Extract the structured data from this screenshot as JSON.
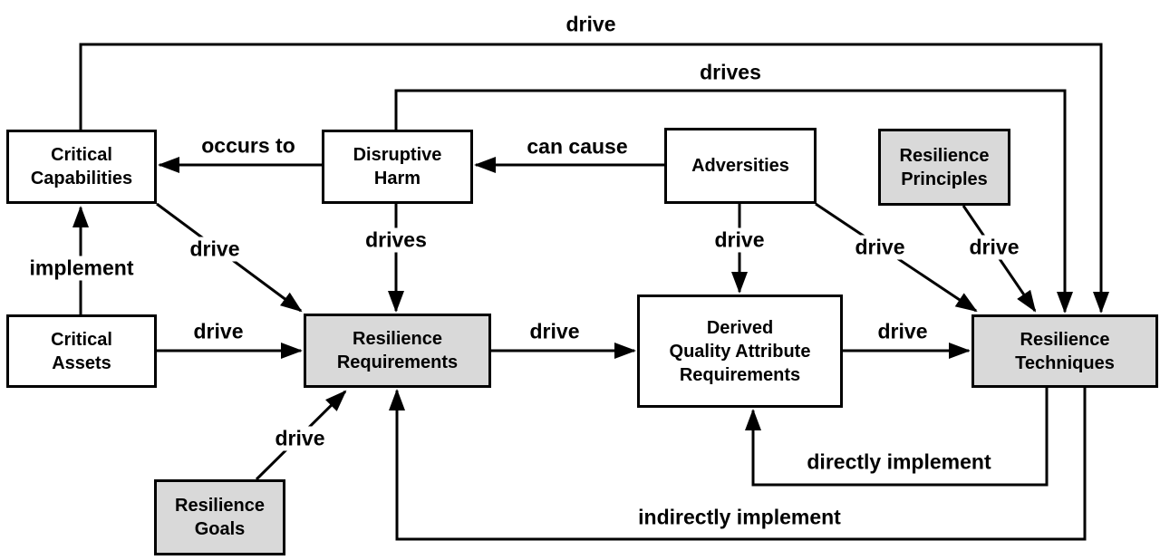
{
  "diagram": {
    "description": "Concept map of resilience requirements relationships",
    "colors": {
      "background": "#ffffff",
      "node_fill_white": "#ffffff",
      "node_fill_gray": "#d9d9d9",
      "line": "#000000",
      "text": "#000000"
    },
    "nodes": [
      {
        "id": "critical-capabilities",
        "label": "Critical\nCapabilities",
        "highlighted": false
      },
      {
        "id": "disruptive-harm",
        "label": "Disruptive\nHarm",
        "highlighted": false
      },
      {
        "id": "adversities",
        "label": "Adversities",
        "highlighted": false
      },
      {
        "id": "resilience-principles",
        "label": "Resilience\nPrinciples",
        "highlighted": true
      },
      {
        "id": "critical-assets",
        "label": "Critical\nAssets",
        "highlighted": false
      },
      {
        "id": "resilience-requirements",
        "label": "Resilience\nRequirements",
        "highlighted": true
      },
      {
        "id": "derived-quality-attribute-requirements",
        "label": "Derived\nQuality Attribute\nRequirements",
        "highlighted": false
      },
      {
        "id": "resilience-techniques",
        "label": "Resilience\nTechniques",
        "highlighted": true
      },
      {
        "id": "resilience-goals",
        "label": "Resilience\nGoals",
        "highlighted": true
      }
    ],
    "edges": [
      {
        "from": "Critical Capabilities",
        "to": "Resilience Techniques",
        "label": "drive"
      },
      {
        "from": "Disruptive Harm",
        "to": "Resilience Techniques",
        "label": "drives"
      },
      {
        "from": "Disruptive Harm",
        "to": "Critical Capabilities",
        "label": "occurs to"
      },
      {
        "from": "Adversities",
        "to": "Disruptive Harm",
        "label": "can cause"
      },
      {
        "from": "Critical Assets",
        "to": "Critical Capabilities",
        "label": "implement"
      },
      {
        "from": "Critical Capabilities",
        "to": "Resilience Requirements",
        "label": "drive"
      },
      {
        "from": "Disruptive Harm",
        "to": "Resilience Requirements",
        "label": "drives"
      },
      {
        "from": "Adversities",
        "to": "Derived Quality Attribute Requirements",
        "label": "drive"
      },
      {
        "from": "Adversities",
        "to": "Resilience Techniques",
        "label": "drive"
      },
      {
        "from": "Resilience Principles",
        "to": "Resilience Techniques",
        "label": "drive"
      },
      {
        "from": "Critical Assets",
        "to": "Resilience Requirements",
        "label": "drive"
      },
      {
        "from": "Resilience Requirements",
        "to": "Derived Quality Attribute Requirements",
        "label": "drive"
      },
      {
        "from": "Derived Quality Attribute Requirements",
        "to": "Resilience Techniques",
        "label": "drive"
      },
      {
        "from": "Resilience Goals",
        "to": "Resilience Requirements",
        "label": "drive"
      },
      {
        "from": "Resilience Techniques",
        "to": "Derived Quality Attribute Requirements",
        "label": "directly implement"
      },
      {
        "from": "Resilience Techniques",
        "to": "Resilience Requirements",
        "label": "indirectly implement"
      }
    ]
  }
}
